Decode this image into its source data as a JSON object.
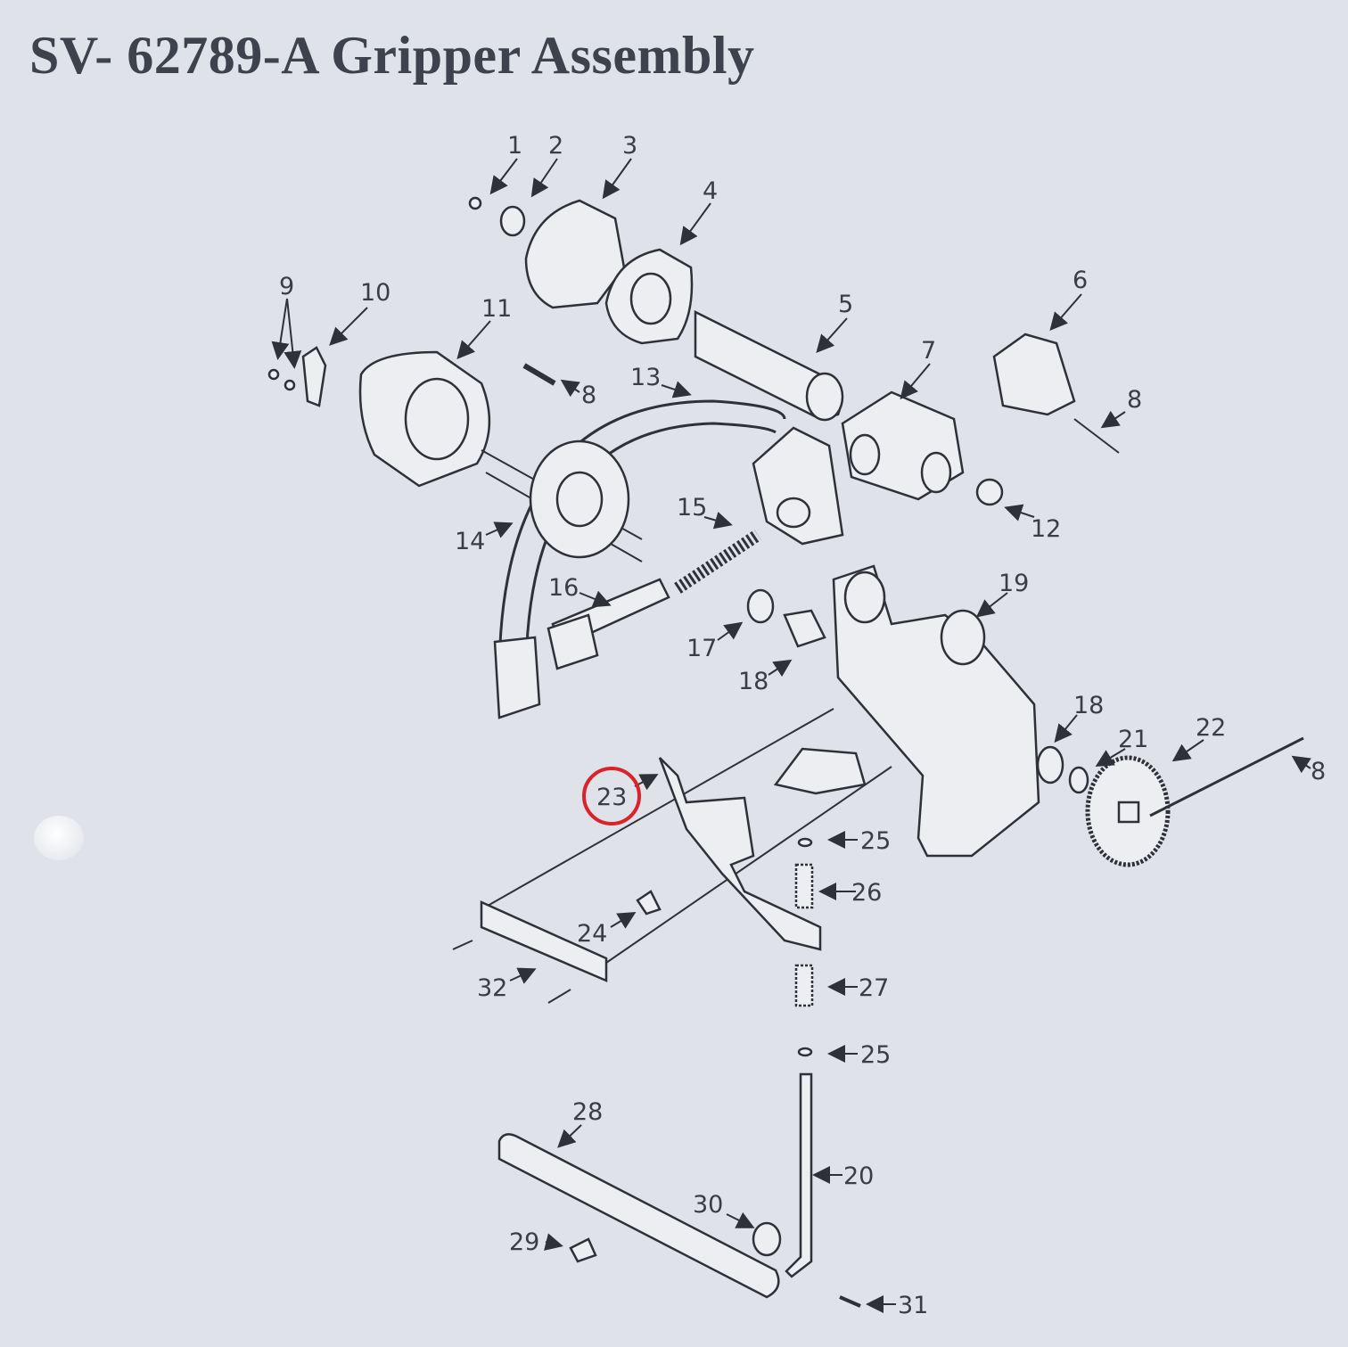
{
  "title": "SV- 62789-A Gripper Assembly",
  "highlight": {
    "label": "23",
    "color": "#d9232a"
  },
  "labels": [
    "1",
    "2",
    "3",
    "4",
    "5",
    "6",
    "7",
    "8",
    "8",
    "8",
    "9",
    "10",
    "11",
    "12",
    "13",
    "14",
    "15",
    "16",
    "17",
    "18",
    "18",
    "19",
    "20",
    "21",
    "22",
    "23",
    "24",
    "25",
    "25",
    "26",
    "27",
    "28",
    "29",
    "30",
    "31",
    "32"
  ]
}
